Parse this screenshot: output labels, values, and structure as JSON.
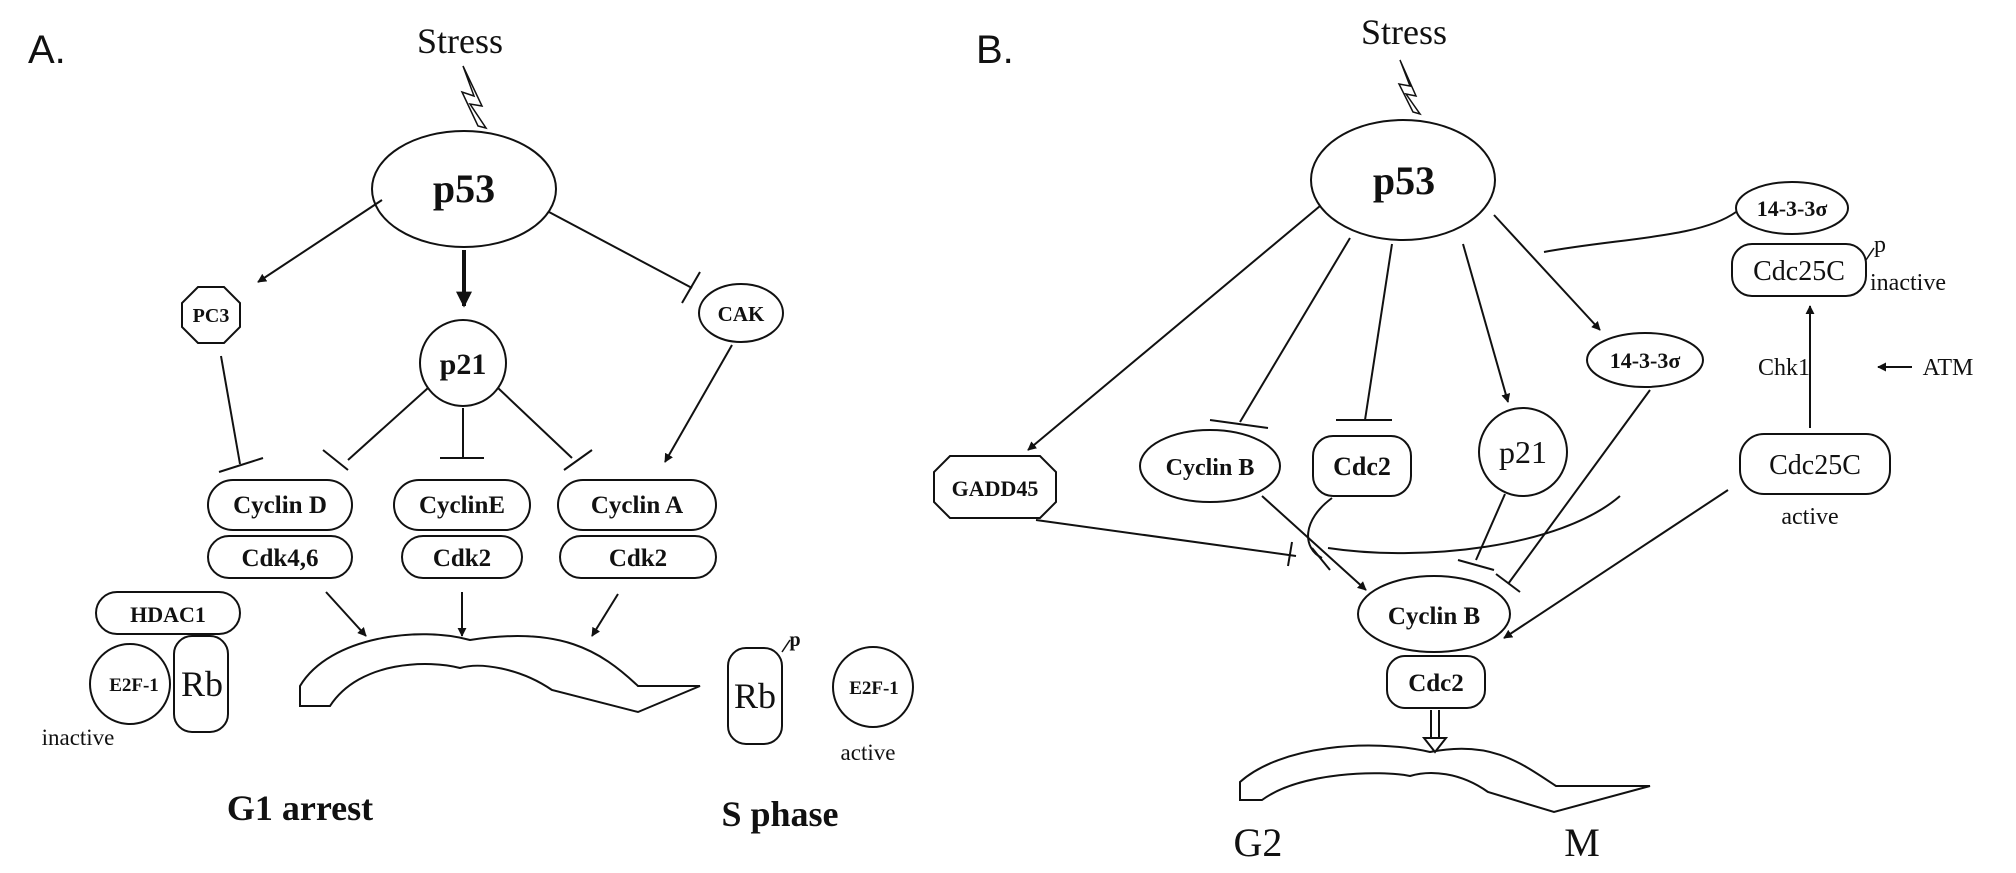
{
  "panel_a": {
    "label": "A.",
    "stress": "Stress",
    "p53": "p53",
    "pc3": "PC3",
    "p21": "p21",
    "cak": "CAK",
    "cyclin_d": "Cyclin D",
    "cdk46": "Cdk4,6",
    "cyclin_e": "CyclinE",
    "cdk2_e": "Cdk2",
    "cyclin_a": "Cyclin A",
    "cdk2_a": "Cdk2",
    "hdac1": "HDAC1",
    "e2f1_left": "E2F-1",
    "rb_left": "Rb",
    "inactive": "inactive",
    "rb_right": "Rb",
    "rb_p": "p",
    "e2f1_right": "E2F-1",
    "active": "active",
    "g1_arrest": "G1 arrest",
    "s_phase": "S phase"
  },
  "panel_b": {
    "label": "B.",
    "stress": "Stress",
    "p53": "p53",
    "gadd45": "GADD45",
    "cyclin_b_top": "Cyclin B",
    "cdc2_top": "Cdc2",
    "p21": "p21",
    "sigma_mid": "14-3-3σ",
    "sigma_top": "14-3-3σ",
    "cdc25c_top": "Cdc25C",
    "cdc25c_p": "p",
    "inactive": "inactive",
    "chk1": "Chk1",
    "atm": "ATM",
    "cdc25c_active": "Cdc25C",
    "active": "active",
    "cyclin_b_bottom": "Cyclin B",
    "cdc2_bottom": "Cdc2",
    "g2": "G2",
    "m": "M"
  }
}
